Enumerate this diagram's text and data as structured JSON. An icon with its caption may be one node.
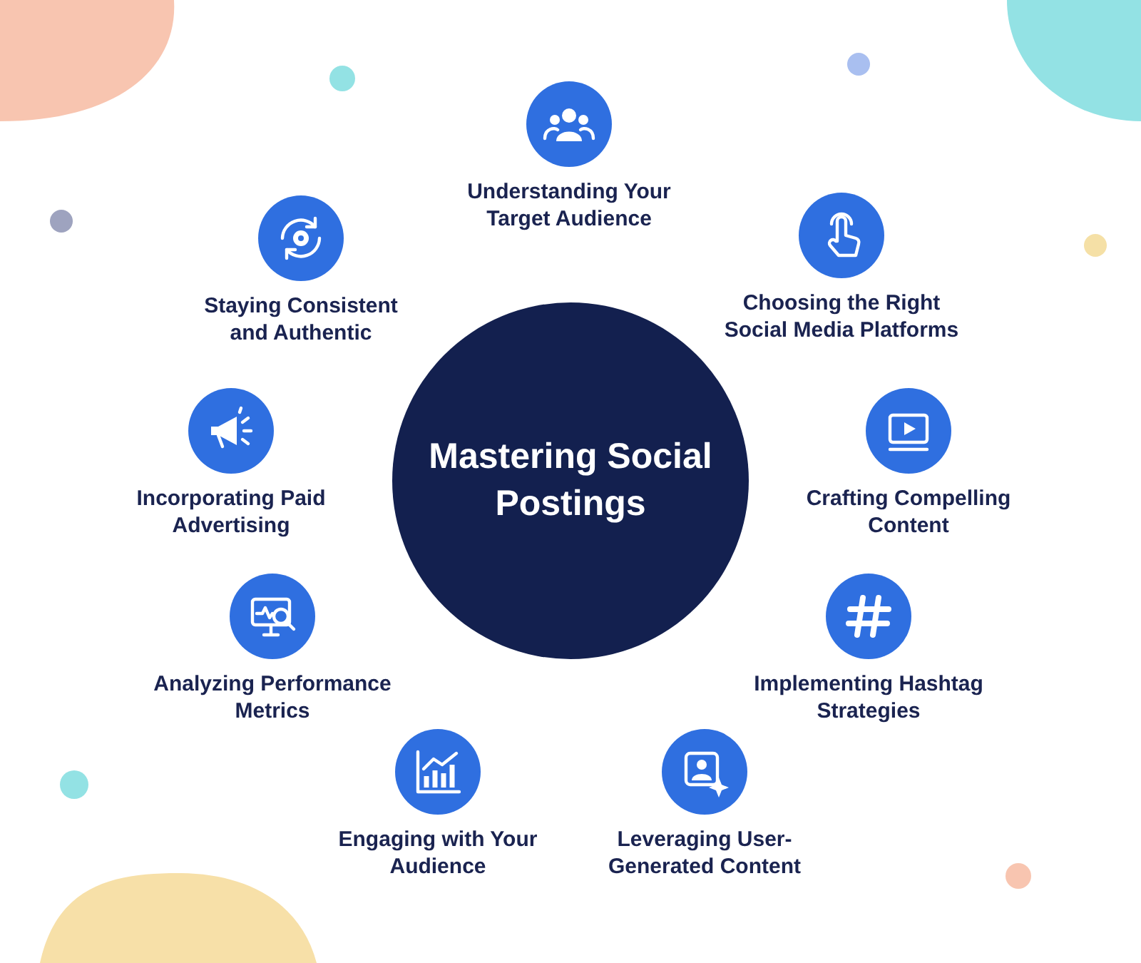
{
  "diagram": {
    "nodes": [
      {
        "text": [
          "Mastering Social Postings"
        ]
      },
      {
        "text": [
          "Understanding Your Target Audience"
        ]
      },
      {
        "text": [
          "Choosing the Right Social Media Platforms"
        ]
      },
      {
        "text": [
          "Crafting Compelling Content"
        ]
      },
      {
        "text": [
          "Implementing Hashtag Strategies"
        ]
      },
      {
        "text": [
          "Leveraging User-Generated Content"
        ]
      },
      {
        "text": [
          "Engaging with Your Audience"
        ]
      },
      {
        "text": [
          "Analyzing Performance Metrics"
        ]
      },
      {
        "text": [
          "Incorporating Paid Advertising"
        ]
      },
      {
        "text": [
          "Staying Consistent and Authentic"
        ]
      }
    ]
  }
}
